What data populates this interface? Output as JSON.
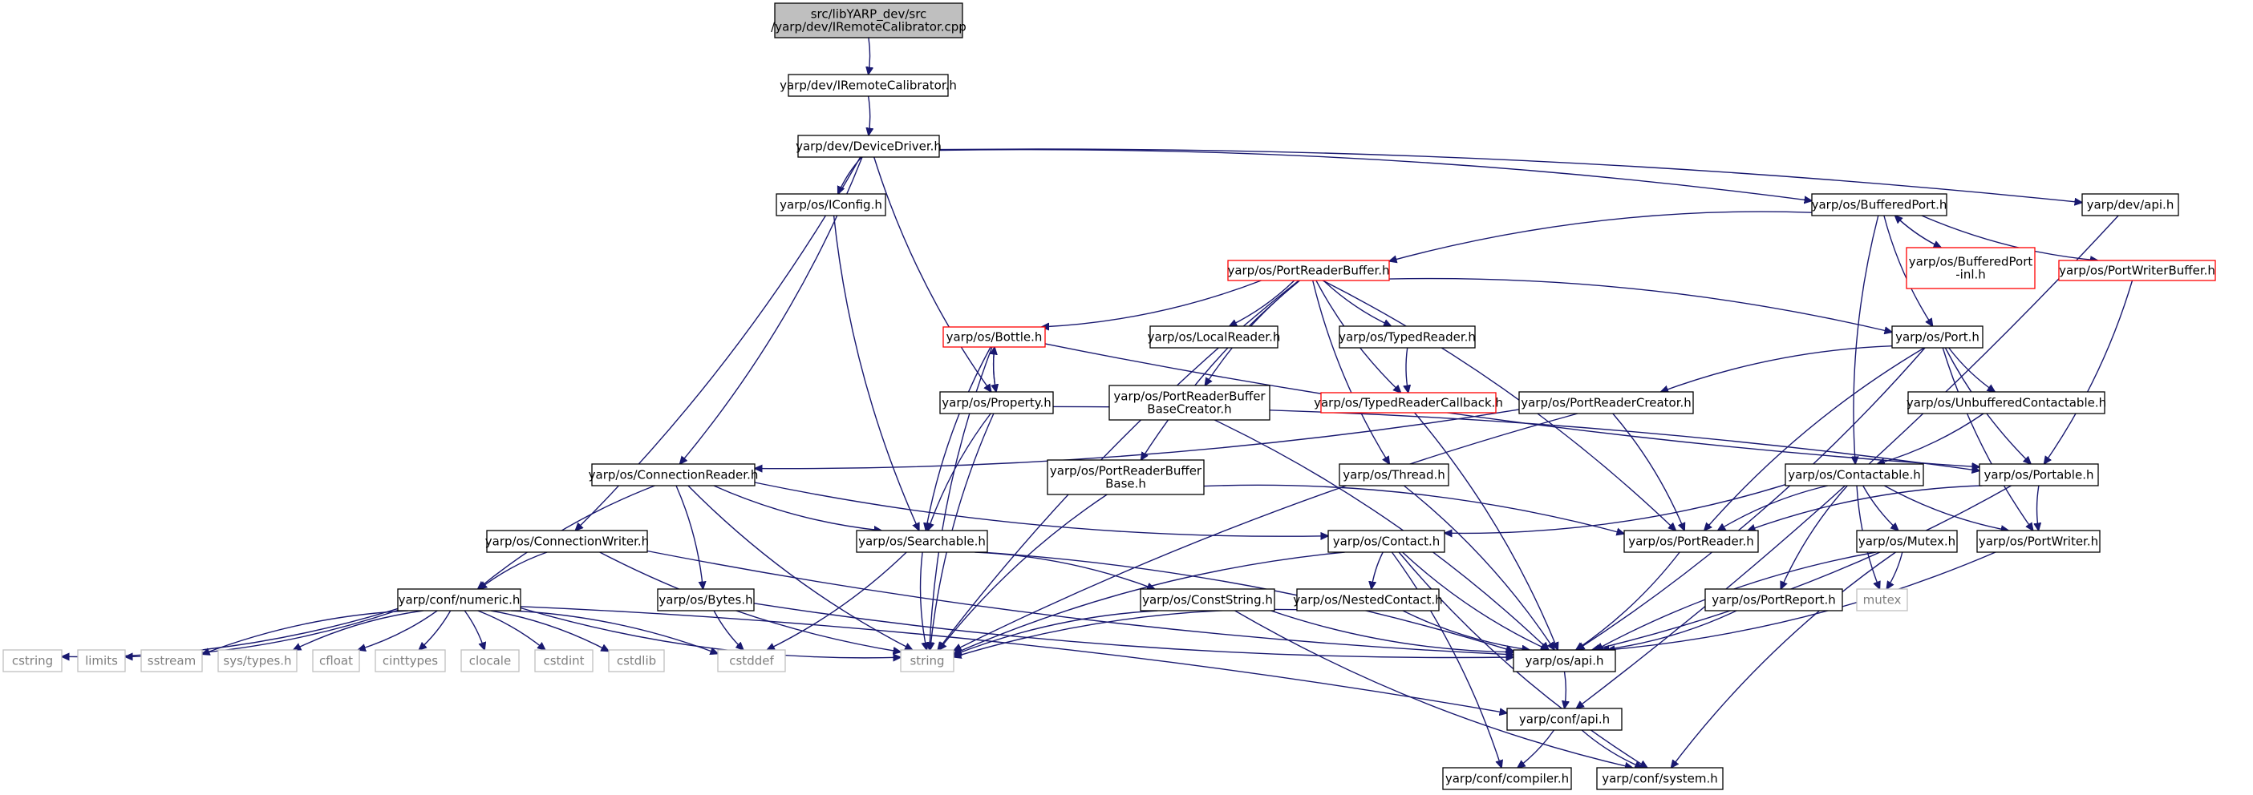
{
  "colors": {
    "root_fill": "#bfbfbf",
    "node_stroke": "#000000",
    "red_stroke": "#ff0000",
    "gray_stroke": "#bfbfbf",
    "gray_text": "#7f7f7f",
    "edge": "#191970"
  },
  "nodes": {
    "root": {
      "lines": [
        "src/libYARP_dev/src",
        "/yarp/dev/IRemoteCalibrator.cpp"
      ],
      "style": "root"
    },
    "iremote_h": {
      "lines": [
        "yarp/dev/IRemoteCalibrator.h"
      ],
      "style": "normal"
    },
    "devicedriver_h": {
      "lines": [
        "yarp/dev/DeviceDriver.h"
      ],
      "style": "normal"
    },
    "iconfig_h": {
      "lines": [
        "yarp/os/IConfig.h"
      ],
      "style": "normal"
    },
    "bufferedport_h": {
      "lines": [
        "yarp/os/BufferedPort.h"
      ],
      "style": "normal"
    },
    "devapi_h": {
      "lines": [
        "yarp/dev/api.h"
      ],
      "style": "normal"
    },
    "portreaderbuffer_h": {
      "lines": [
        "yarp/os/PortReaderBuffer.h"
      ],
      "style": "red"
    },
    "bufferedport_inl_h": {
      "lines": [
        "yarp/os/BufferedPort",
        "-inl.h"
      ],
      "style": "red"
    },
    "portwriterbuffer_h": {
      "lines": [
        "yarp/os/PortWriterBuffer.h"
      ],
      "style": "red"
    },
    "bottle_h": {
      "lines": [
        "yarp/os/Bottle.h"
      ],
      "style": "red"
    },
    "localreader_h": {
      "lines": [
        "yarp/os/LocalReader.h"
      ],
      "style": "normal"
    },
    "typedreader_h": {
      "lines": [
        "yarp/os/TypedReader.h"
      ],
      "style": "normal"
    },
    "port_h": {
      "lines": [
        "yarp/os/Port.h"
      ],
      "style": "normal"
    },
    "property_h": {
      "lines": [
        "yarp/os/Property.h"
      ],
      "style": "normal"
    },
    "prbbasecreator_h": {
      "lines": [
        "yarp/os/PortReaderBuffer",
        "BaseCreator.h"
      ],
      "style": "normal"
    },
    "typedreadercallback_h": {
      "lines": [
        "yarp/os/TypedReaderCallback.h"
      ],
      "style": "red"
    },
    "portreadercreator_h": {
      "lines": [
        "yarp/os/PortReaderCreator.h"
      ],
      "style": "normal"
    },
    "unbufferedcontactable_h": {
      "lines": [
        "yarp/os/UnbufferedContactable.h"
      ],
      "style": "normal"
    },
    "connectionreader_h": {
      "lines": [
        "yarp/os/ConnectionReader.h"
      ],
      "style": "normal"
    },
    "prbbase_h": {
      "lines": [
        "yarp/os/PortReaderBuffer",
        "Base.h"
      ],
      "style": "normal"
    },
    "thread_h": {
      "lines": [
        "yarp/os/Thread.h"
      ],
      "style": "normal"
    },
    "contactable_h": {
      "lines": [
        "yarp/os/Contactable.h"
      ],
      "style": "normal"
    },
    "portable_h": {
      "lines": [
        "yarp/os/Portable.h"
      ],
      "style": "normal"
    },
    "connectionwriter_h": {
      "lines": [
        "yarp/os/ConnectionWriter.h"
      ],
      "style": "normal"
    },
    "searchable_h": {
      "lines": [
        "yarp/os/Searchable.h"
      ],
      "style": "normal"
    },
    "contact_h": {
      "lines": [
        "yarp/os/Contact.h"
      ],
      "style": "normal"
    },
    "portreader_h": {
      "lines": [
        "yarp/os/PortReader.h"
      ],
      "style": "normal"
    },
    "mutex_h": {
      "lines": [
        "yarp/os/Mutex.h"
      ],
      "style": "normal"
    },
    "portwriter_h": {
      "lines": [
        "yarp/os/PortWriter.h"
      ],
      "style": "normal"
    },
    "numeric_h": {
      "lines": [
        "yarp/conf/numeric.h"
      ],
      "style": "normal"
    },
    "bytes_h": {
      "lines": [
        "yarp/os/Bytes.h"
      ],
      "style": "normal"
    },
    "conststring_h": {
      "lines": [
        "yarp/os/ConstString.h"
      ],
      "style": "normal"
    },
    "nestedcontact_h": {
      "lines": [
        "yarp/os/NestedContact.h"
      ],
      "style": "normal"
    },
    "portreport_h": {
      "lines": [
        "yarp/os/PortReport.h"
      ],
      "style": "normal"
    },
    "mutex": {
      "lines": [
        "mutex"
      ],
      "style": "gray"
    },
    "cstring": {
      "lines": [
        "cstring"
      ],
      "style": "gray"
    },
    "limits": {
      "lines": [
        "limits"
      ],
      "style": "gray"
    },
    "sstream": {
      "lines": [
        "sstream"
      ],
      "style": "gray"
    },
    "systypes_h": {
      "lines": [
        "sys/types.h"
      ],
      "style": "gray"
    },
    "cfloat": {
      "lines": [
        "cfloat"
      ],
      "style": "gray"
    },
    "cinttypes": {
      "lines": [
        "cinttypes"
      ],
      "style": "gray"
    },
    "clocale": {
      "lines": [
        "clocale"
      ],
      "style": "gray"
    },
    "cstdint": {
      "lines": [
        "cstdint"
      ],
      "style": "gray"
    },
    "cstdlib": {
      "lines": [
        "cstdlib"
      ],
      "style": "gray"
    },
    "cstddef": {
      "lines": [
        "cstddef"
      ],
      "style": "gray"
    },
    "string": {
      "lines": [
        "string"
      ],
      "style": "gray"
    },
    "osapi_h": {
      "lines": [
        "yarp/os/api.h"
      ],
      "style": "normal"
    },
    "confapi_h": {
      "lines": [
        "yarp/conf/api.h"
      ],
      "style": "normal"
    },
    "compiler_h": {
      "lines": [
        "yarp/conf/compiler.h"
      ],
      "style": "normal"
    },
    "system_h": {
      "lines": [
        "yarp/conf/system.h"
      ],
      "style": "normal"
    }
  },
  "edges": [
    [
      "root",
      "iremote_h"
    ],
    [
      "iremote_h",
      "devicedriver_h"
    ],
    [
      "devicedriver_h",
      "iconfig_h"
    ],
    [
      "devicedriver_h",
      "bufferedport_h"
    ],
    [
      "devicedriver_h",
      "devapi_h"
    ],
    [
      "devicedriver_h",
      "property_h"
    ],
    [
      "devicedriver_h",
      "connectionreader_h"
    ],
    [
      "devicedriver_h",
      "connectionwriter_h"
    ],
    [
      "iconfig_h",
      "searchable_h"
    ],
    [
      "bufferedport_h",
      "portreaderbuffer_h"
    ],
    [
      "bufferedport_h",
      "bufferedport_inl_h"
    ],
    [
      "bufferedport_inl_h",
      "bufferedport_h"
    ],
    [
      "bufferedport_h",
      "portwriterbuffer_h"
    ],
    [
      "bufferedport_h",
      "port_h"
    ],
    [
      "bufferedport_h",
      "contactable_h"
    ],
    [
      "devapi_h",
      "confapi_h"
    ],
    [
      "portwriterbuffer_h",
      "portable_h"
    ],
    [
      "portreaderbuffer_h",
      "bottle_h"
    ],
    [
      "portreaderbuffer_h",
      "localreader_h"
    ],
    [
      "portreaderbuffer_h",
      "typedreader_h"
    ],
    [
      "portreaderbuffer_h",
      "typedreadercallback_h"
    ],
    [
      "portreaderbuffer_h",
      "port_h"
    ],
    [
      "portreaderbuffer_h",
      "prbbasecreator_h"
    ],
    [
      "portreaderbuffer_h",
      "prbbase_h"
    ],
    [
      "portreaderbuffer_h",
      "thread_h"
    ],
    [
      "portreaderbuffer_h",
      "portreader_h"
    ],
    [
      "portreaderbuffer_h",
      "string"
    ],
    [
      "typedreader_h",
      "typedreadercallback_h"
    ],
    [
      "typedreadercallback_h",
      "osapi_h"
    ],
    [
      "bottle_h",
      "property_h"
    ],
    [
      "property_h",
      "bottle_h"
    ],
    [
      "bottle_h",
      "searchable_h"
    ],
    [
      "bottle_h",
      "portable_h"
    ],
    [
      "bottle_h",
      "string"
    ],
    [
      "property_h",
      "searchable_h"
    ],
    [
      "property_h",
      "portable_h"
    ],
    [
      "property_h",
      "string"
    ],
    [
      "prbbasecreator_h",
      "osapi_h"
    ],
    [
      "prbbase_h",
      "portreader_h"
    ],
    [
      "prbbase_h",
      "string"
    ],
    [
      "thread_h",
      "osapi_h"
    ],
    [
      "port_h",
      "portreadercreator_h"
    ],
    [
      "port_h",
      "unbufferedcontactable_h"
    ],
    [
      "port_h",
      "portable_h"
    ],
    [
      "port_h",
      "portreader_h"
    ],
    [
      "port_h",
      "portwriter_h"
    ],
    [
      "port_h",
      "osapi_h"
    ],
    [
      "portreadercreator_h",
      "portreader_h"
    ],
    [
      "portreadercreator_h",
      "connectionreader_h"
    ],
    [
      "portreadercreator_h",
      "string"
    ],
    [
      "unbufferedcontactable_h",
      "contactable_h"
    ],
    [
      "contactable_h",
      "contact_h"
    ],
    [
      "contactable_h",
      "portreader_h"
    ],
    [
      "contactable_h",
      "mutex_h"
    ],
    [
      "contactable_h",
      "portwriter_h"
    ],
    [
      "contactable_h",
      "portreport_h"
    ],
    [
      "contactable_h",
      "mutex"
    ],
    [
      "portable_h",
      "portreader_h"
    ],
    [
      "portable_h",
      "portwriter_h"
    ],
    [
      "portable_h",
      "osapi_h"
    ],
    [
      "connectionreader_h",
      "searchable_h"
    ],
    [
      "connectionreader_h",
      "contact_h"
    ],
    [
      "connectionreader_h",
      "bytes_h"
    ],
    [
      "connectionreader_h",
      "numeric_h"
    ],
    [
      "connectionreader_h",
      "string"
    ],
    [
      "connectionwriter_h",
      "numeric_h"
    ],
    [
      "connectionwriter_h",
      "osapi_h"
    ],
    [
      "connectionwriter_h",
      "string"
    ],
    [
      "searchable_h",
      "conststring_h"
    ],
    [
      "searchable_h",
      "string"
    ],
    [
      "searchable_h",
      "osapi_h"
    ],
    [
      "searchable_h",
      "cstddef"
    ],
    [
      "contact_h",
      "nestedcontact_h"
    ],
    [
      "contact_h",
      "string"
    ],
    [
      "contact_h",
      "osapi_h"
    ],
    [
      "contact_h",
      "compiler_h"
    ],
    [
      "contact_h",
      "system_h"
    ],
    [
      "portreader_h",
      "osapi_h"
    ],
    [
      "mutex_h",
      "mutex"
    ],
    [
      "mutex_h",
      "osapi_h"
    ],
    [
      "mutex_h",
      "system_h"
    ],
    [
      "portwriter_h",
      "osapi_h"
    ],
    [
      "bytes_h",
      "cstddef"
    ],
    [
      "bytes_h",
      "osapi_h"
    ],
    [
      "conststring_h",
      "string"
    ],
    [
      "conststring_h",
      "osapi_h"
    ],
    [
      "conststring_h",
      "system_h"
    ],
    [
      "nestedcontact_h",
      "string"
    ],
    [
      "nestedcontact_h",
      "osapi_h"
    ],
    [
      "portreport_h",
      "osapi_h"
    ],
    [
      "numeric_h",
      "cstring"
    ],
    [
      "numeric_h",
      "limits"
    ],
    [
      "numeric_h",
      "sstream"
    ],
    [
      "numeric_h",
      "systypes_h"
    ],
    [
      "numeric_h",
      "cfloat"
    ],
    [
      "numeric_h",
      "cinttypes"
    ],
    [
      "numeric_h",
      "clocale"
    ],
    [
      "numeric_h",
      "cstdint"
    ],
    [
      "numeric_h",
      "cstdlib"
    ],
    [
      "numeric_h",
      "cstddef"
    ],
    [
      "numeric_h",
      "string"
    ],
    [
      "numeric_h",
      "confapi_h"
    ],
    [
      "osapi_h",
      "confapi_h"
    ],
    [
      "confapi_h",
      "compiler_h"
    ],
    [
      "confapi_h",
      "system_h"
    ]
  ]
}
